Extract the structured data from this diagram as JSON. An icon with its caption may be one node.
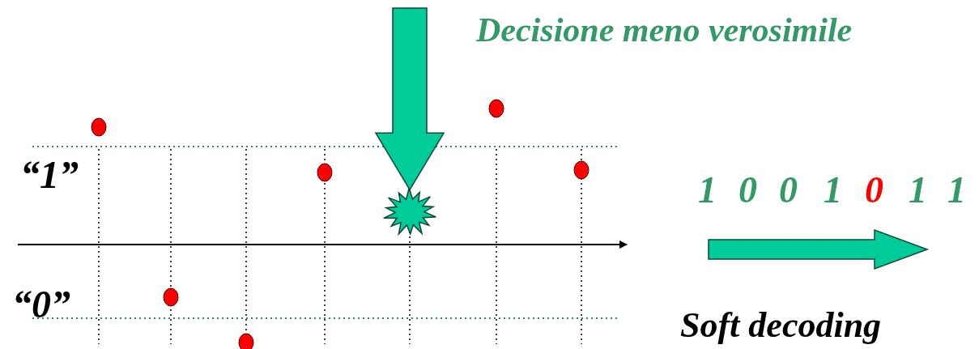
{
  "diagram": {
    "nodes": [
      {
        "text": [],
        "shape": "circle"
      },
      {
        "text": [],
        "shape": "circle"
      },
      {
        "text": [],
        "shape": "circle"
      },
      {
        "text": [],
        "shape": "circle"
      },
      {
        "text": [],
        "shape": "star"
      },
      {
        "text": [],
        "shape": "circle"
      },
      {
        "text": [],
        "shape": "circle"
      }
    ],
    "edges": [
      {
        "from": null,
        "to": 4,
        "arrow": "to"
      }
    ],
    "labels": [
      "Decisione meno verosimile",
      "“1”",
      "“0”",
      "1",
      "0",
      "0",
      "1",
      "0",
      "1",
      "1",
      "Soft decoding"
    ]
  }
}
